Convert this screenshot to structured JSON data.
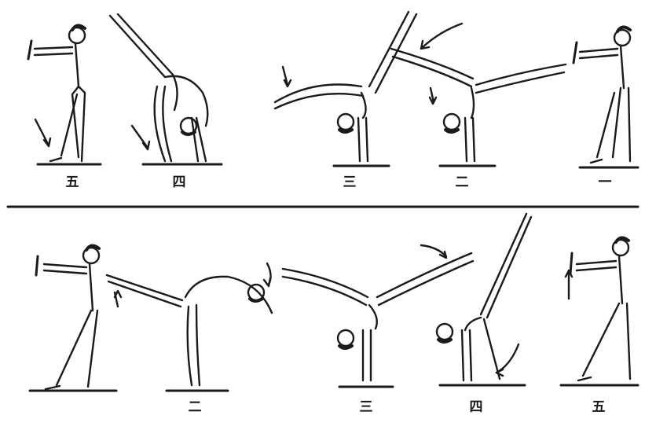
{
  "rows": [
    {
      "figure_labels": [
        "五",
        "四",
        "三",
        "二",
        "一"
      ]
    },
    {
      "figure_labels": [
        "二",
        "三",
        "四",
        "五"
      ]
    }
  ],
  "colors": {
    "ink": "#1a1a1a",
    "background": "#ffffff"
  }
}
